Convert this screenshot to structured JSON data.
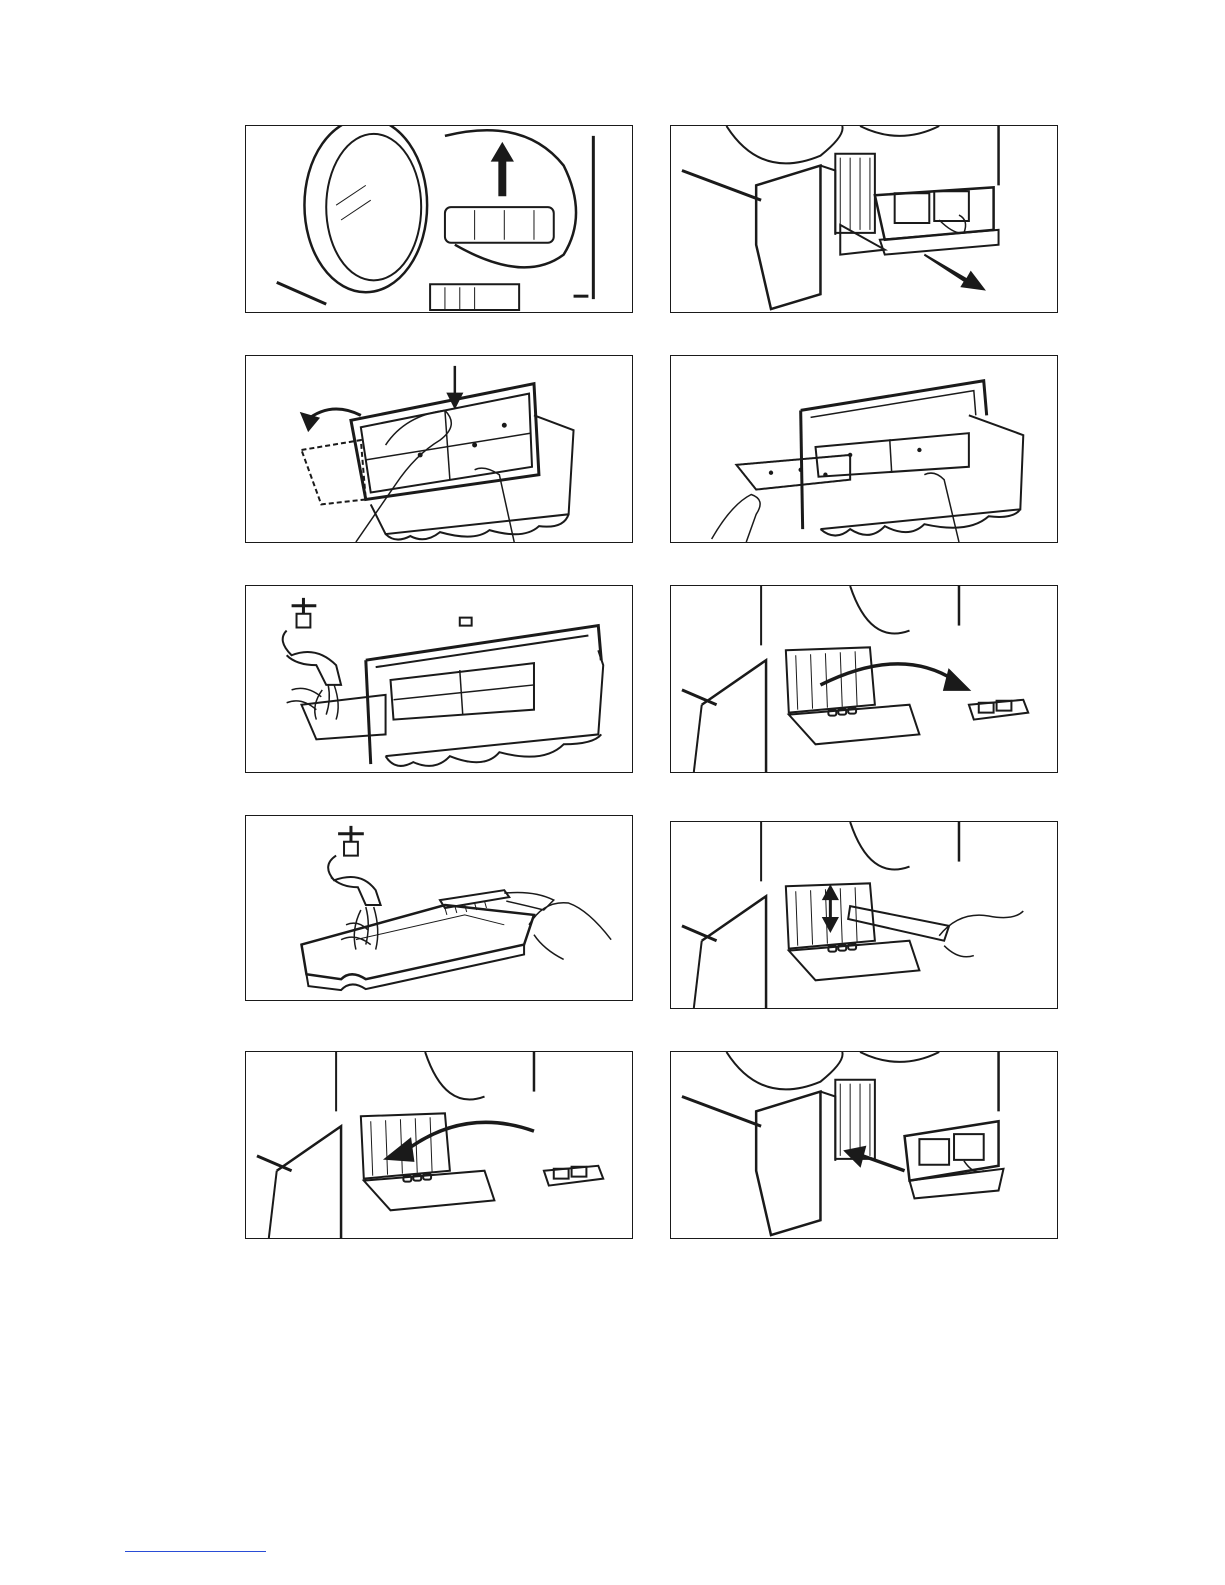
{
  "document": {
    "type": "appliance-manual-illustrations",
    "panels": [
      {
        "id": 1,
        "illustration": "remove-door-filter"
      },
      {
        "id": 2,
        "illustration": "pull-out-filter-container"
      },
      {
        "id": 3,
        "illustration": "open-filter-lid"
      },
      {
        "id": 4,
        "illustration": "filter-lid-opened"
      },
      {
        "id": 5,
        "illustration": "rinse-filter-under-tap"
      },
      {
        "id": 6,
        "illustration": "remove-base-filter"
      },
      {
        "id": 7,
        "illustration": "brush-base-filter-under-tap"
      },
      {
        "id": 8,
        "illustration": "vacuum-filter-compartment"
      },
      {
        "id": 9,
        "illustration": "reinsert-base-filter"
      },
      {
        "id": 10,
        "illustration": "slide-filter-container-back"
      }
    ]
  },
  "colors": {
    "line": "#1a1a1a",
    "footer_link": "#2a4dd6"
  }
}
